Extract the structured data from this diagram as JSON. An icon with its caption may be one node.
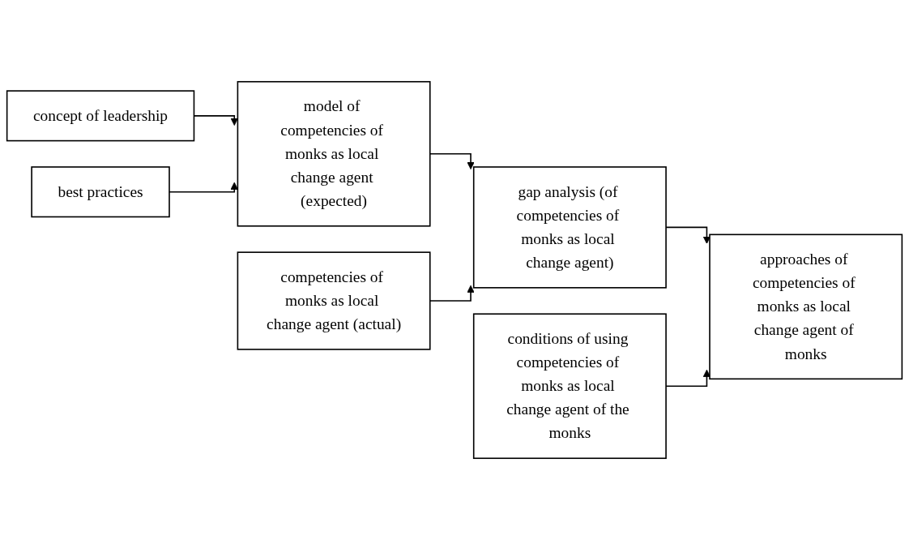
{
  "diagram": {
    "nodes": [
      {
        "text": [
          "concept of leadership"
        ]
      },
      {
        "text": [
          "best practices"
        ]
      },
      {
        "text": [
          "model of competencies of monks as local change agent (expected)"
        ]
      },
      {
        "text": [
          "competencies of monks as local change agent (actual)"
        ]
      },
      {
        "text": [
          "gap analysis (of competencies of monks as local change agent)"
        ]
      },
      {
        "text": [
          "conditions of using competencies of monks as local change agent of the monks"
        ]
      },
      {
        "text": [
          "approaches of competencies of monks as local change agent of monks"
        ]
      }
    ],
    "edges": [
      {
        "from": 0,
        "to": 2,
        "arrow": "to"
      },
      {
        "from": 1,
        "to": 2,
        "arrow": "to"
      },
      {
        "from": 2,
        "to": 4,
        "arrow": "to"
      },
      {
        "from": 3,
        "to": 4,
        "arrow": "to"
      },
      {
        "from": 4,
        "to": 6,
        "arrow": "to"
      },
      {
        "from": 5,
        "to": 6,
        "arrow": "to"
      }
    ]
  }
}
